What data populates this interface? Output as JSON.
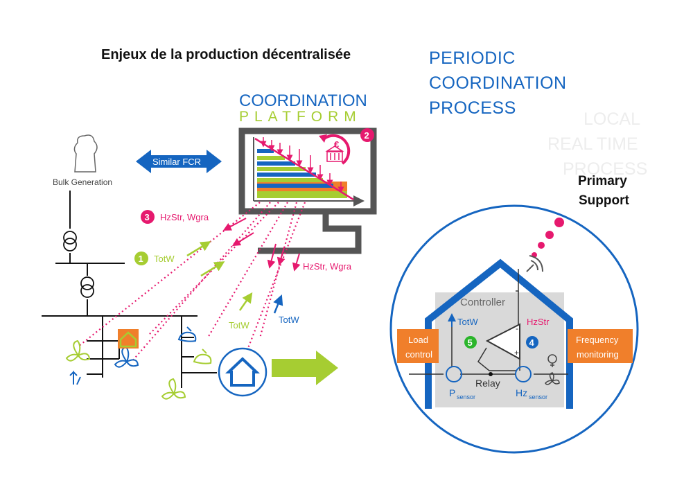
{
  "title": "Enjeux de la production décentralisée",
  "periodic_process": [
    "PERIODIC",
    "COORDINATION",
    "PROCESS"
  ],
  "local_realtime_ghost": [
    "LOCAL",
    "REAL TIME",
    "PROCESS"
  ],
  "primary_support": [
    "Primary",
    "Support"
  ],
  "platform": {
    "line1": "COORDINATION",
    "line2": "PLATFORM",
    "step2": "2",
    "euro_symbol": "€"
  },
  "bulk_generation": "Bulk Generation",
  "similar_fcr": "Similar FCR",
  "labels": {
    "step3": "3",
    "hzstr_wgra_1": "HzStr, Wgra",
    "step1": "1",
    "totw_1": "TotW",
    "hzstr_wgra_2": "HzStr, Wgra",
    "totw_2": "TotW",
    "totw_3": "TotW"
  },
  "house": {
    "controller": "Controller",
    "totw": "TotW",
    "hzstr": "HzStr",
    "step5": "5",
    "step4": "4",
    "minus": "-",
    "plus": "+",
    "relay": "Relay",
    "psensor_main": "P",
    "psensor_sub": "sensor",
    "hzsensor_main": "Hz",
    "hzsensor_sub": "sensor",
    "load_control": [
      "Load",
      "control"
    ],
    "frequency_monitoring": [
      "Frequency",
      "monitoring"
    ]
  },
  "colors": {
    "blue": "#1565c0",
    "pink": "#e6196e",
    "lime": "#a6cd32",
    "orange": "#f07f2b",
    "grey": "#555555",
    "panel": "#d9d9d9"
  },
  "icons": [
    "power-plant-icon",
    "transformer-icon",
    "wind-turbine-icon",
    "house-icon",
    "solar-panel-icon",
    "bank-icon",
    "antenna-icon",
    "lightbulb-icon",
    "fan-icon"
  ]
}
